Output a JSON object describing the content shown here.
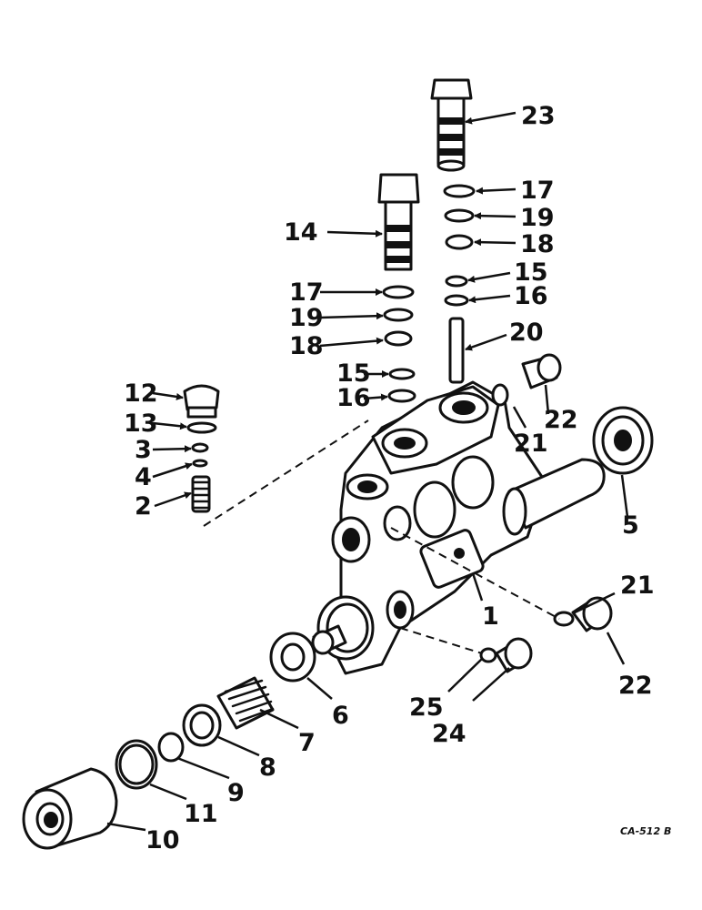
{
  "callouts": {
    "c1": "1",
    "c2": "2",
    "c3": "3",
    "c4": "4",
    "c5": "5",
    "c6": "6",
    "c7": "7",
    "c8": "8",
    "c9": "9",
    "c10": "10",
    "c11": "11",
    "c12": "12",
    "c13": "13",
    "c14": "14",
    "c15a": "15",
    "c15b": "15",
    "c16a": "16",
    "c16b": "16",
    "c17a": "17",
    "c17b": "17",
    "c18a": "18",
    "c18b": "18",
    "c19a": "19",
    "c19b": "19",
    "c20": "20",
    "c21a": "21",
    "c21b": "21",
    "c22a": "22",
    "c22b": "22",
    "c23": "23",
    "c24": "24",
    "c25": "25"
  },
  "drawing_code": "CA-512 B"
}
